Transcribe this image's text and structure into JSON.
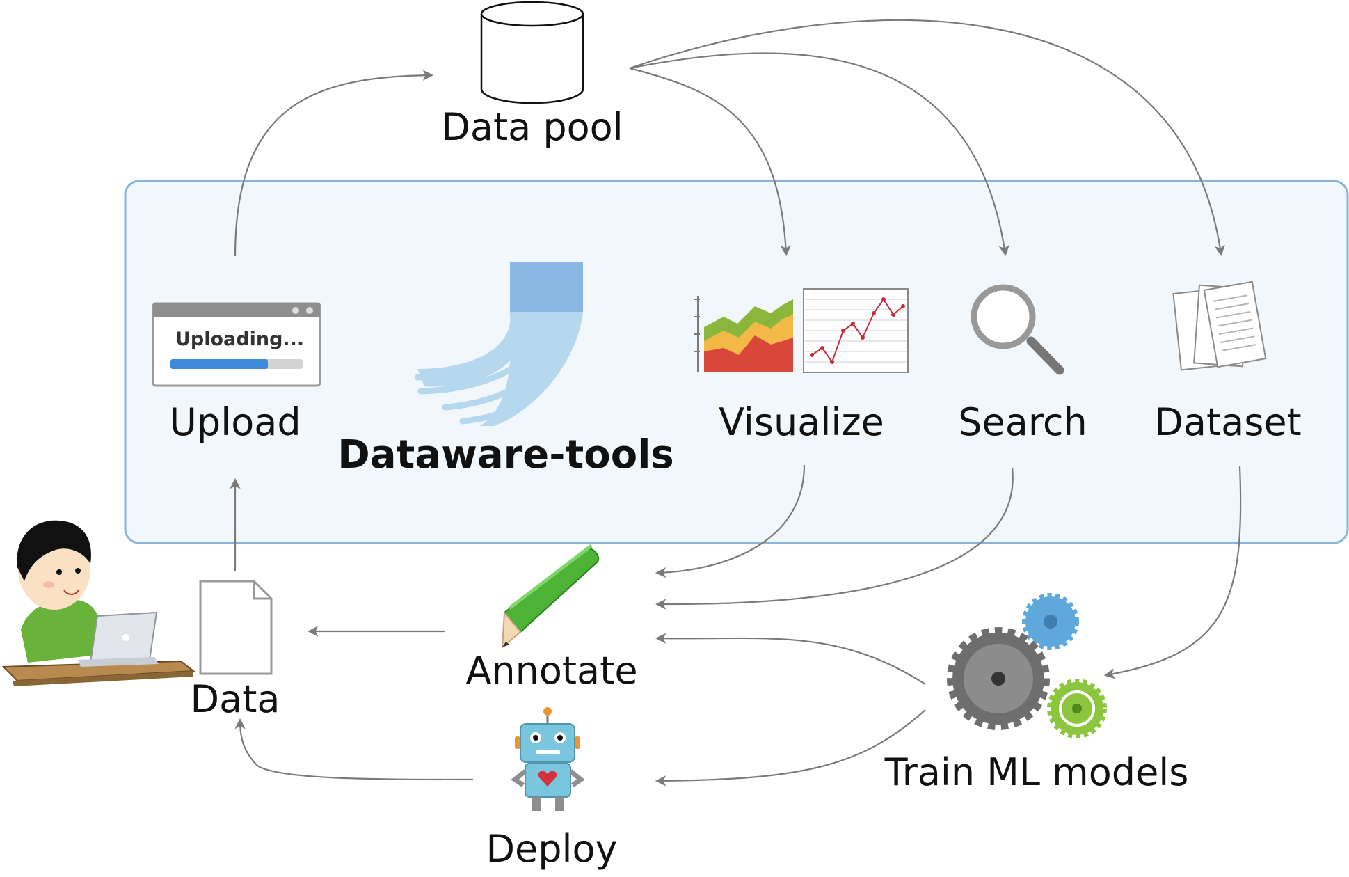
{
  "diagram": {
    "title": "Dataware-tools",
    "nodes": {
      "data_pool": "Data pool",
      "upload": "Upload",
      "upload_screen_text": "Uploading...",
      "visualize": "Visualize",
      "search": "Search",
      "dataset": "Dataset",
      "annotate": "Annotate",
      "data": "Data",
      "deploy": "Deploy",
      "train": "Train ML models"
    },
    "colors": {
      "panel_fill": "#f2f7fb",
      "panel_border": "#86b5dc",
      "arrow": "#7a7a7a",
      "logo_dark": "#8ab7e3",
      "logo_light": "#b6d8ef",
      "pencil": "#4cb336"
    }
  }
}
